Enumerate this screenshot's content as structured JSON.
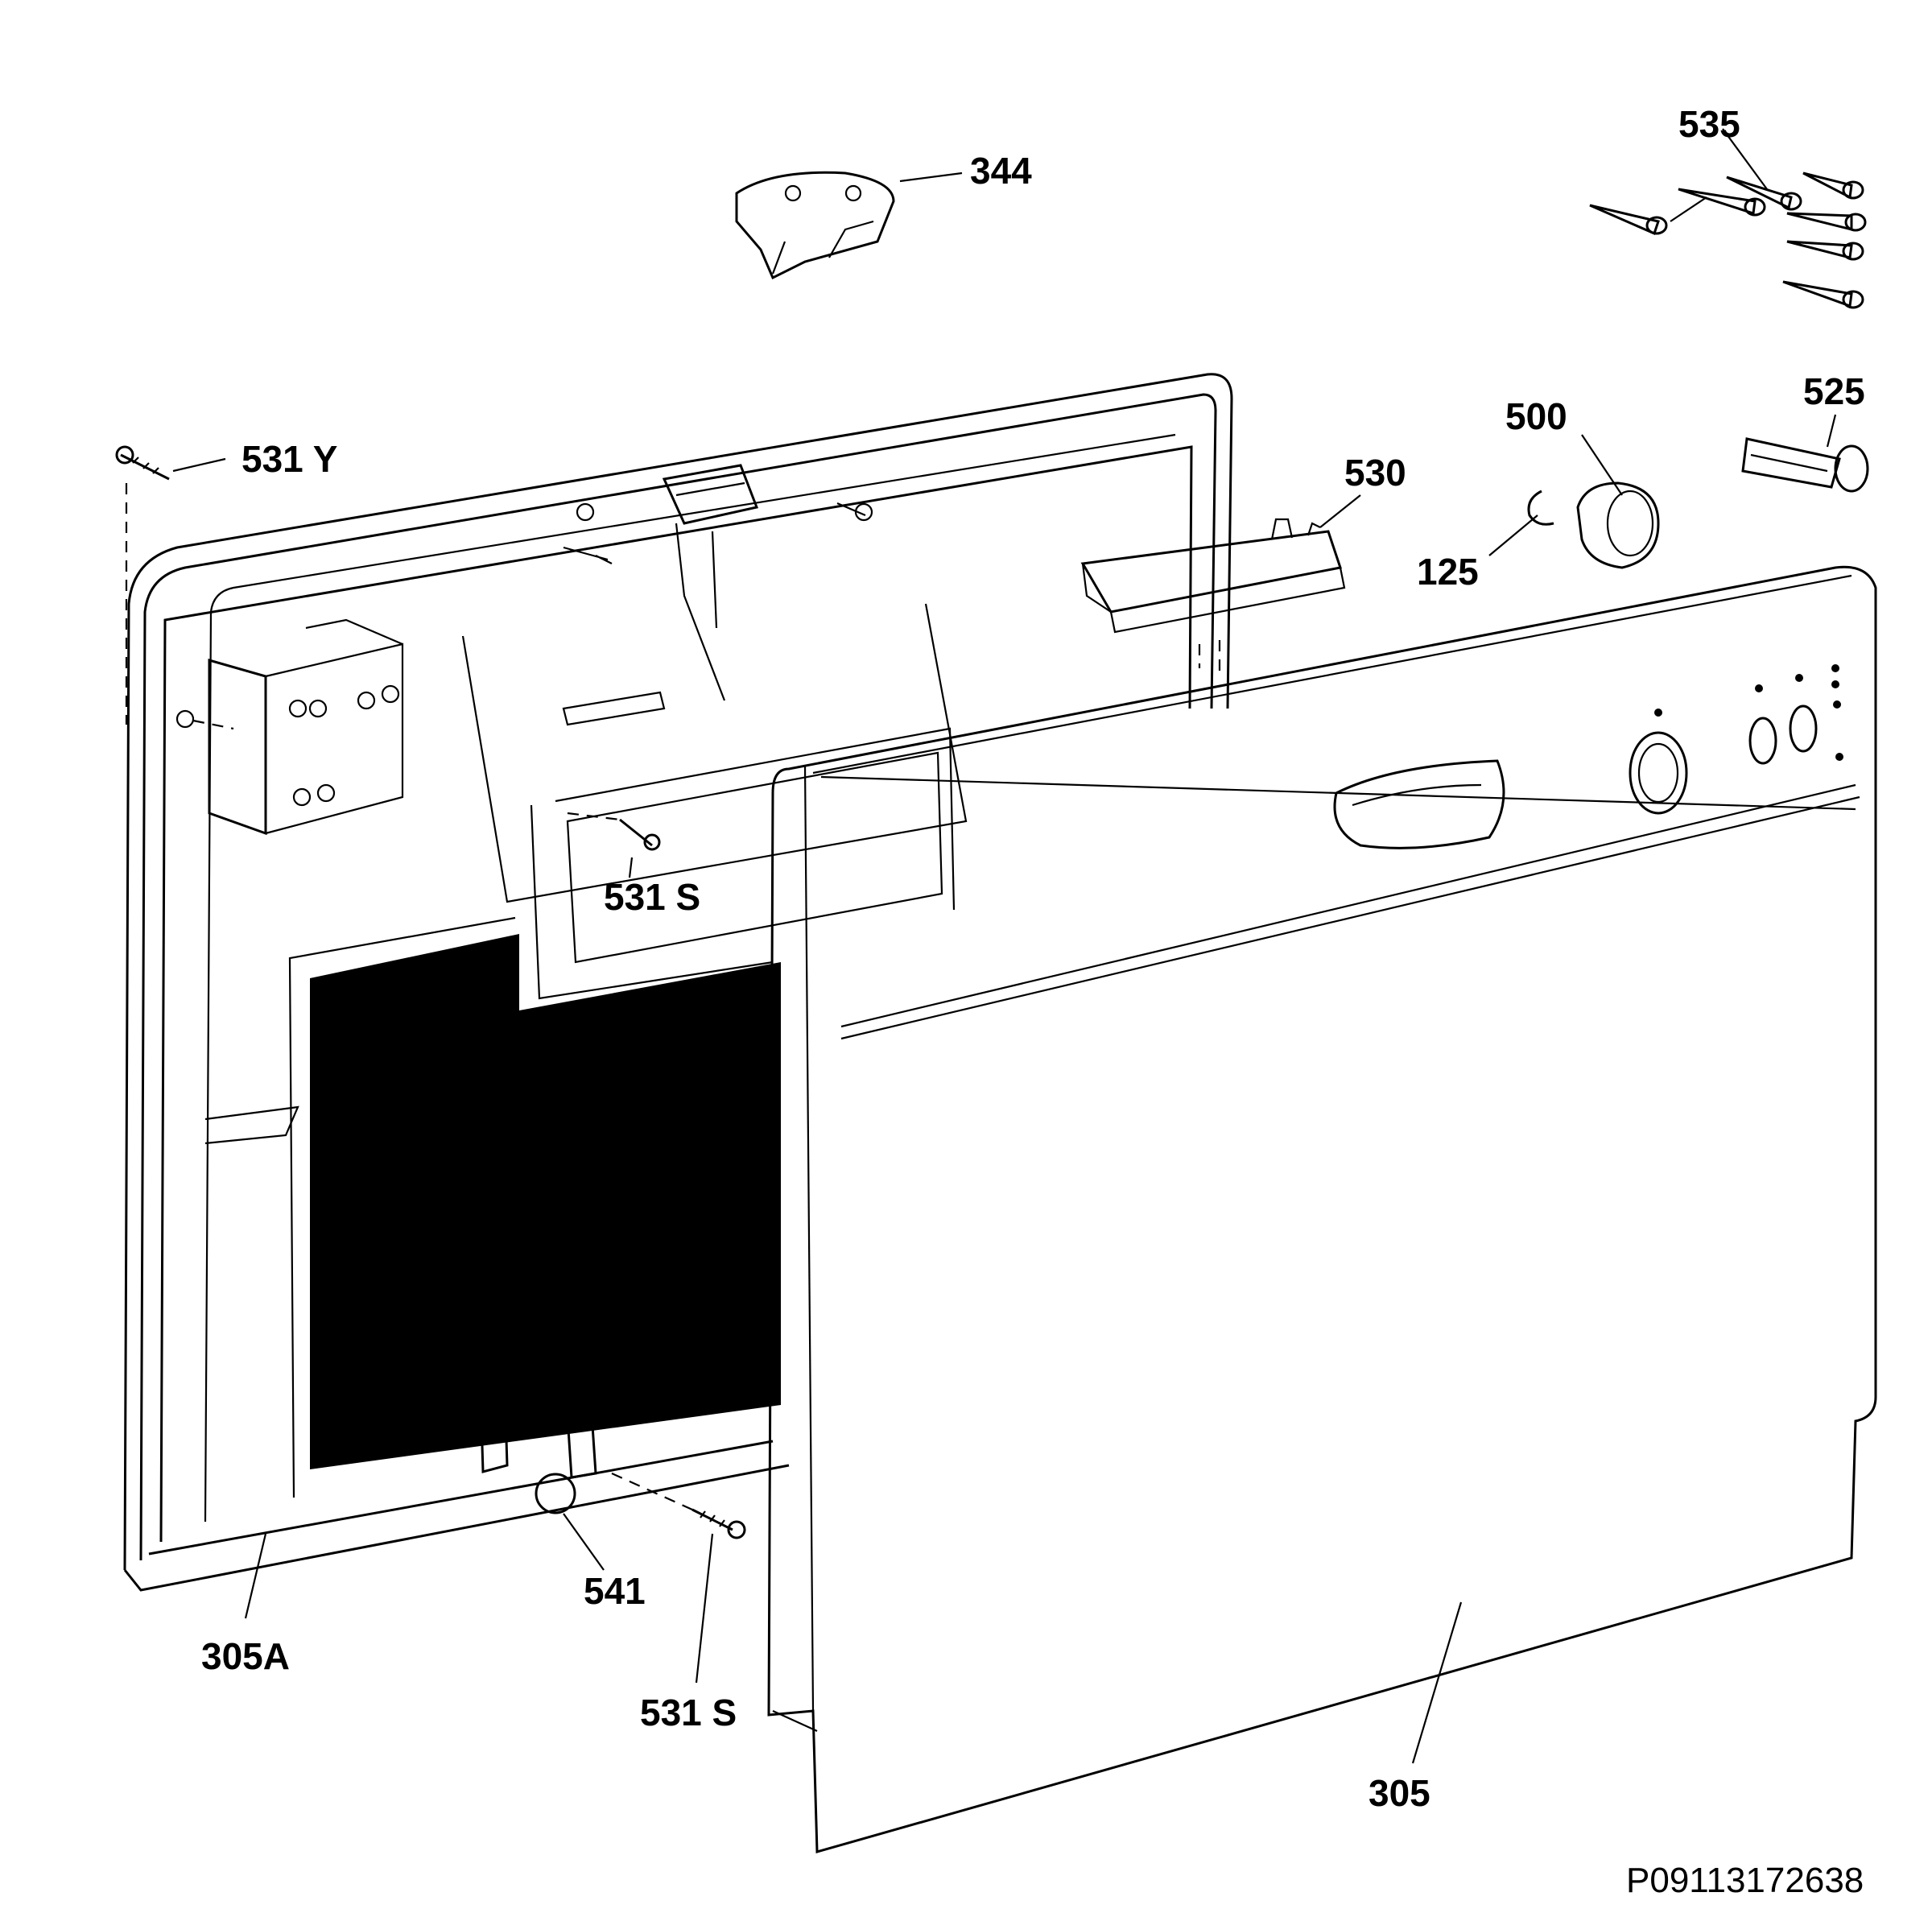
{
  "labels": {
    "p344": "344",
    "p535": "535",
    "p525": "525",
    "p500": "500",
    "p530": "530",
    "p125": "125",
    "p531y": "531 Y",
    "p531s_top": "531 S",
    "p541": "541",
    "p531s_bottom": "531 S",
    "p305a": "305A",
    "p305": "305"
  },
  "reference": "P09113172638"
}
